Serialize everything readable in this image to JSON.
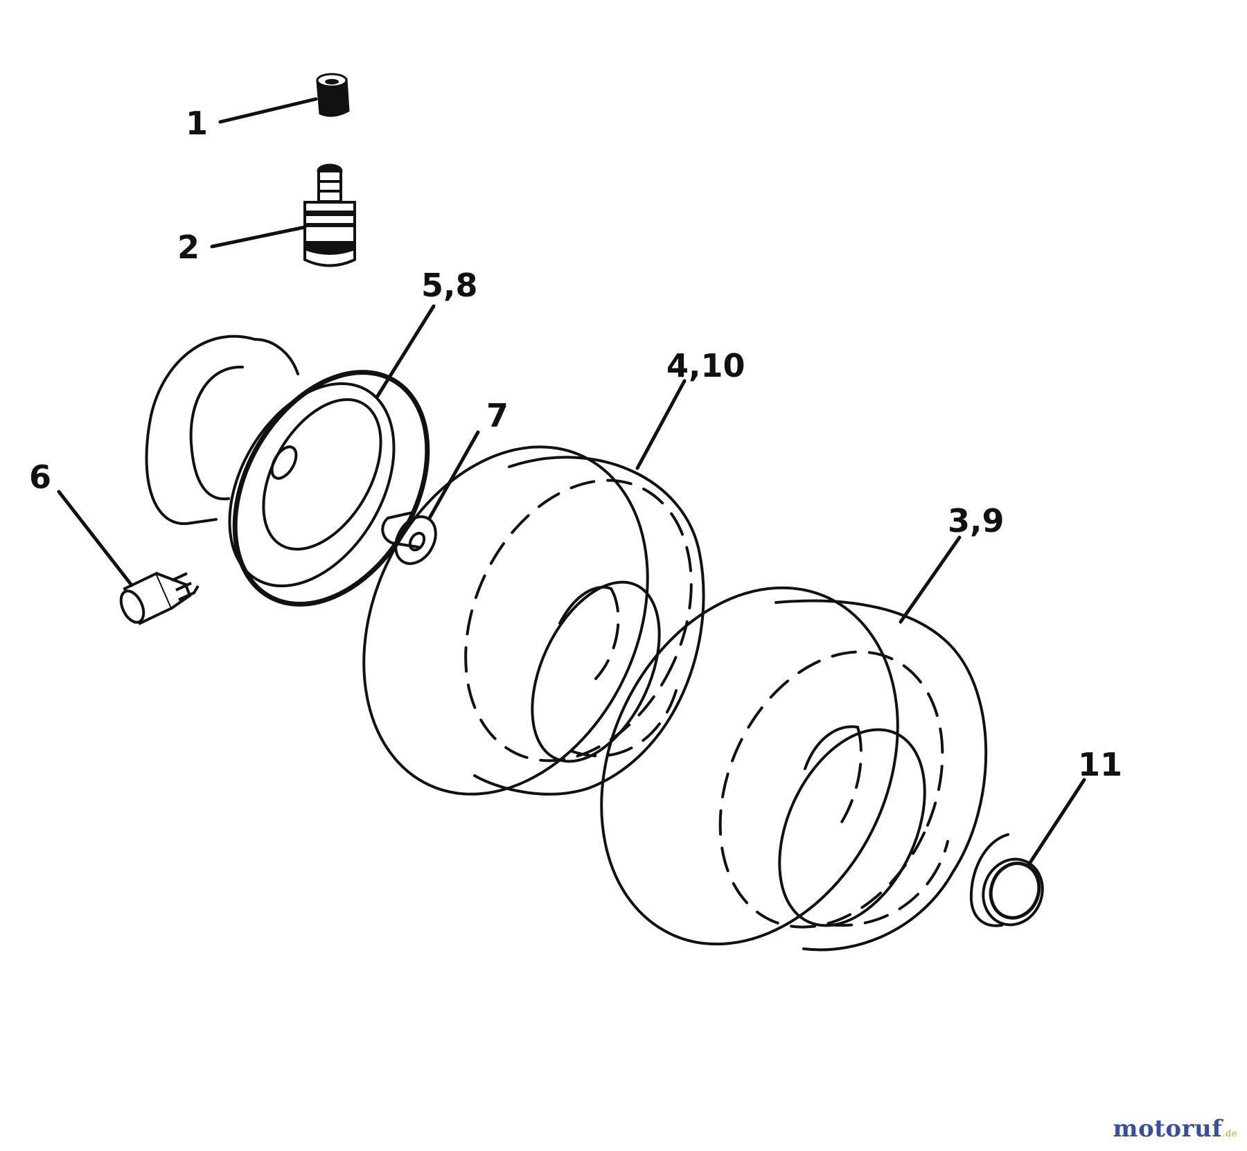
{
  "diagram": {
    "callouts": {
      "c1": "1",
      "c2": "2",
      "c58": "5,8",
      "c6": "6",
      "c7": "7",
      "c410": "4,10",
      "c39": "3,9",
      "c11": "11"
    }
  },
  "watermark": {
    "text_a": "moto",
    "text_b": "ruf",
    "suffix": ".de",
    "colors": {
      "primary": "#3a4ea0",
      "accent": "#c9a227"
    }
  }
}
